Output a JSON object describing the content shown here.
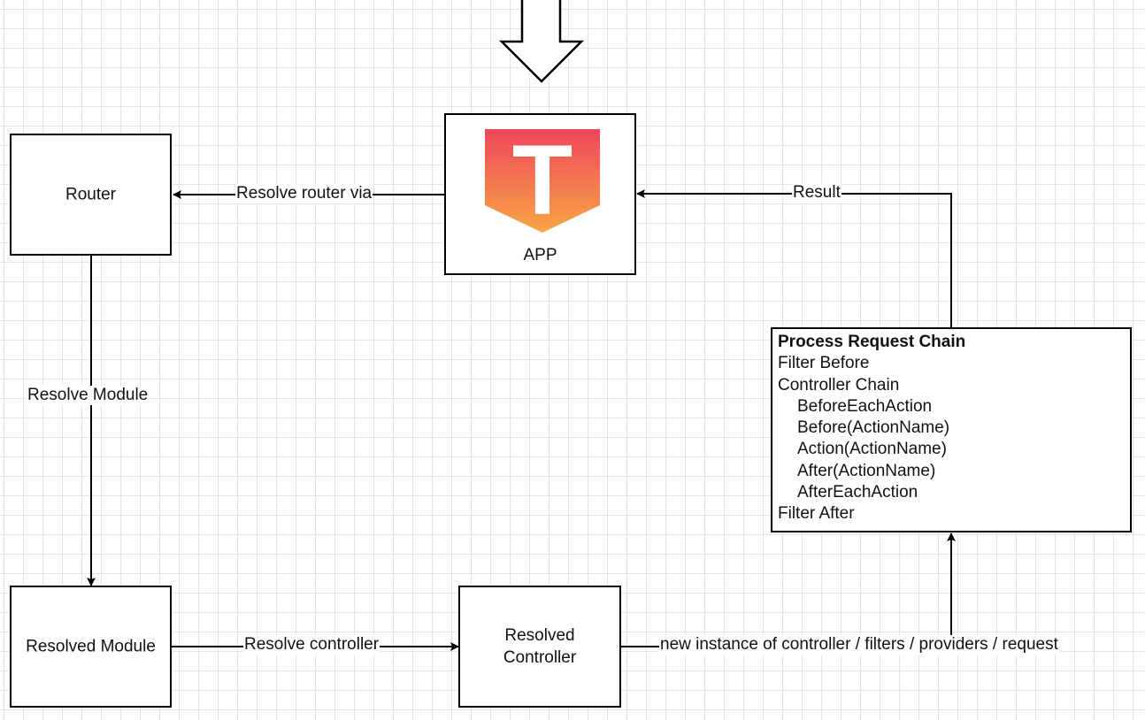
{
  "diagram": {
    "nodes": {
      "router": {
        "label": "Router"
      },
      "app": {
        "label": "APP",
        "logo_letter": "T"
      },
      "resolved_module": {
        "label": "Resolved Module"
      },
      "resolved_controller": {
        "label_line1": "Resolved",
        "label_line2": "Controller"
      },
      "process_chain": {
        "title": "Process Request Chain",
        "lines": [
          {
            "text": "Filter Before",
            "indent": false
          },
          {
            "text": "Controller Chain",
            "indent": false
          },
          {
            "text": "BeforeEachAction",
            "indent": true
          },
          {
            "text": "Before(ActionName)",
            "indent": true
          },
          {
            "text": "Action(ActionName)",
            "indent": true
          },
          {
            "text": "After(ActionName)",
            "indent": true
          },
          {
            "text": "AfterEachAction",
            "indent": true
          },
          {
            "text": "Filter After",
            "indent": false
          }
        ]
      }
    },
    "edges": {
      "app_to_router": "Resolve router via",
      "router_to_module": "Resolve Module",
      "module_to_controller": "Resolve controller",
      "controller_to_chain": "new instance of controller / filters / providers / request",
      "chain_to_app": "Result"
    },
    "colors": {
      "logo_gradient_top": "#f0465c",
      "logo_gradient_bottom": "#f7a645",
      "grid": "#e4e4e4",
      "stroke": "#000000"
    }
  }
}
